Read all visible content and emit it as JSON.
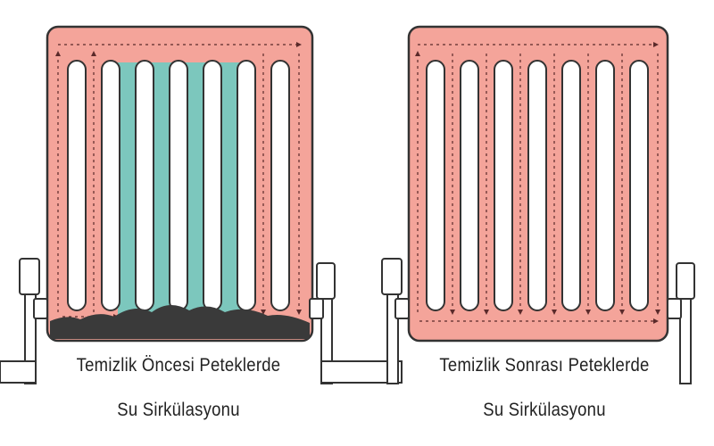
{
  "panels": [
    {
      "id": "before",
      "caption_line1": "Temizlik Öncesi Peteklerde",
      "caption_line2": "Su Sirkülasyonu",
      "blocked": true
    },
    {
      "id": "after",
      "caption_line1": "Temizlik Sonrası Peteklerde",
      "caption_line2": "Su Sirkülasyonu",
      "blocked": false
    }
  ],
  "colors": {
    "hot_water": "#f4a49a",
    "cold_water": "#7cc7bd",
    "outline": "#333333",
    "sludge": "#3a3a3a",
    "pipe": "#ffffff",
    "arrow": "#5a2a2a"
  },
  "icons": {
    "flow": "flow-arrow-icon",
    "valve": "valve-icon",
    "sludge": "sludge-deposit-icon"
  }
}
